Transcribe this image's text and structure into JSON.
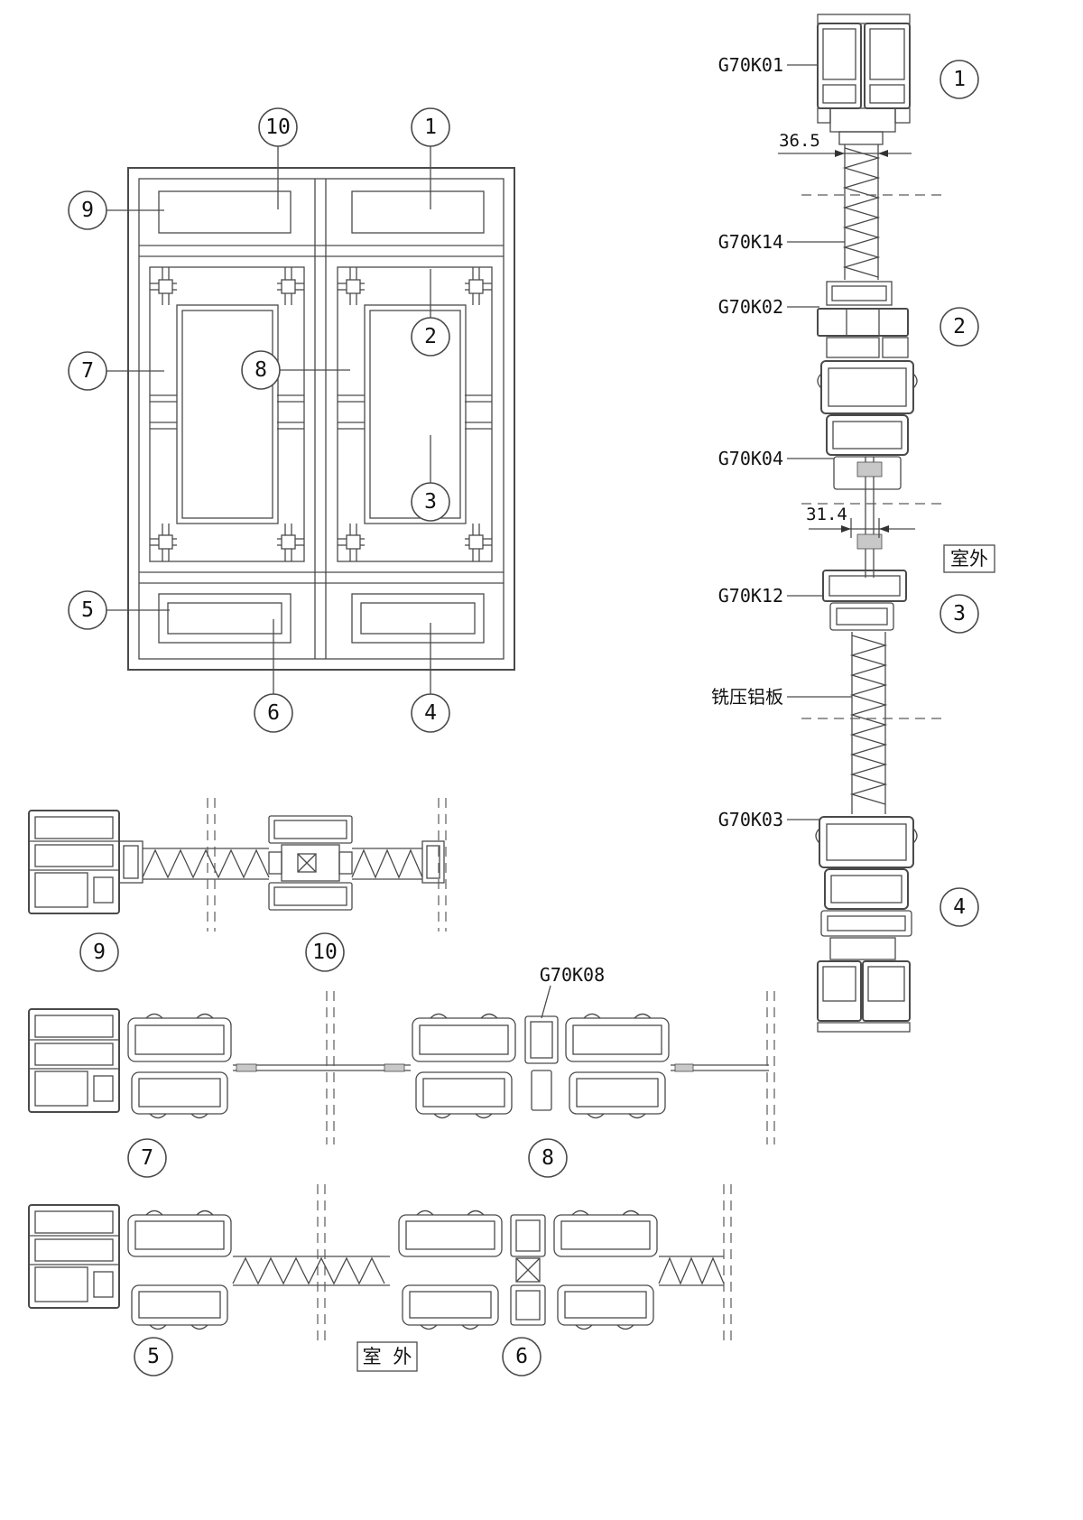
{
  "drawing": {
    "callouts": {
      "c1": "1",
      "c2": "2",
      "c3": "3",
      "c4": "4",
      "c5": "5",
      "c6": "6",
      "c7": "7",
      "c8": "8",
      "c9": "9",
      "c10": "10"
    },
    "labels": {
      "g70k01": "G70K01",
      "g70k14": "G70K14",
      "g70k02": "G70K02",
      "g70k04": "G70K04",
      "g70k12": "G70K12",
      "g70k03": "G70K03",
      "g70k08": "G70K08",
      "milled_aluminum_plate": "铣压铝板"
    },
    "dimensions": {
      "panel_thickness": "36.5",
      "glazing_thickness": "31.4"
    },
    "annotations": {
      "outdoor_right": "室外",
      "outdoor_bottom": "室 外"
    },
    "colors": {
      "line": "#4a4a4a",
      "text": "#111111",
      "background": "#ffffff"
    }
  }
}
